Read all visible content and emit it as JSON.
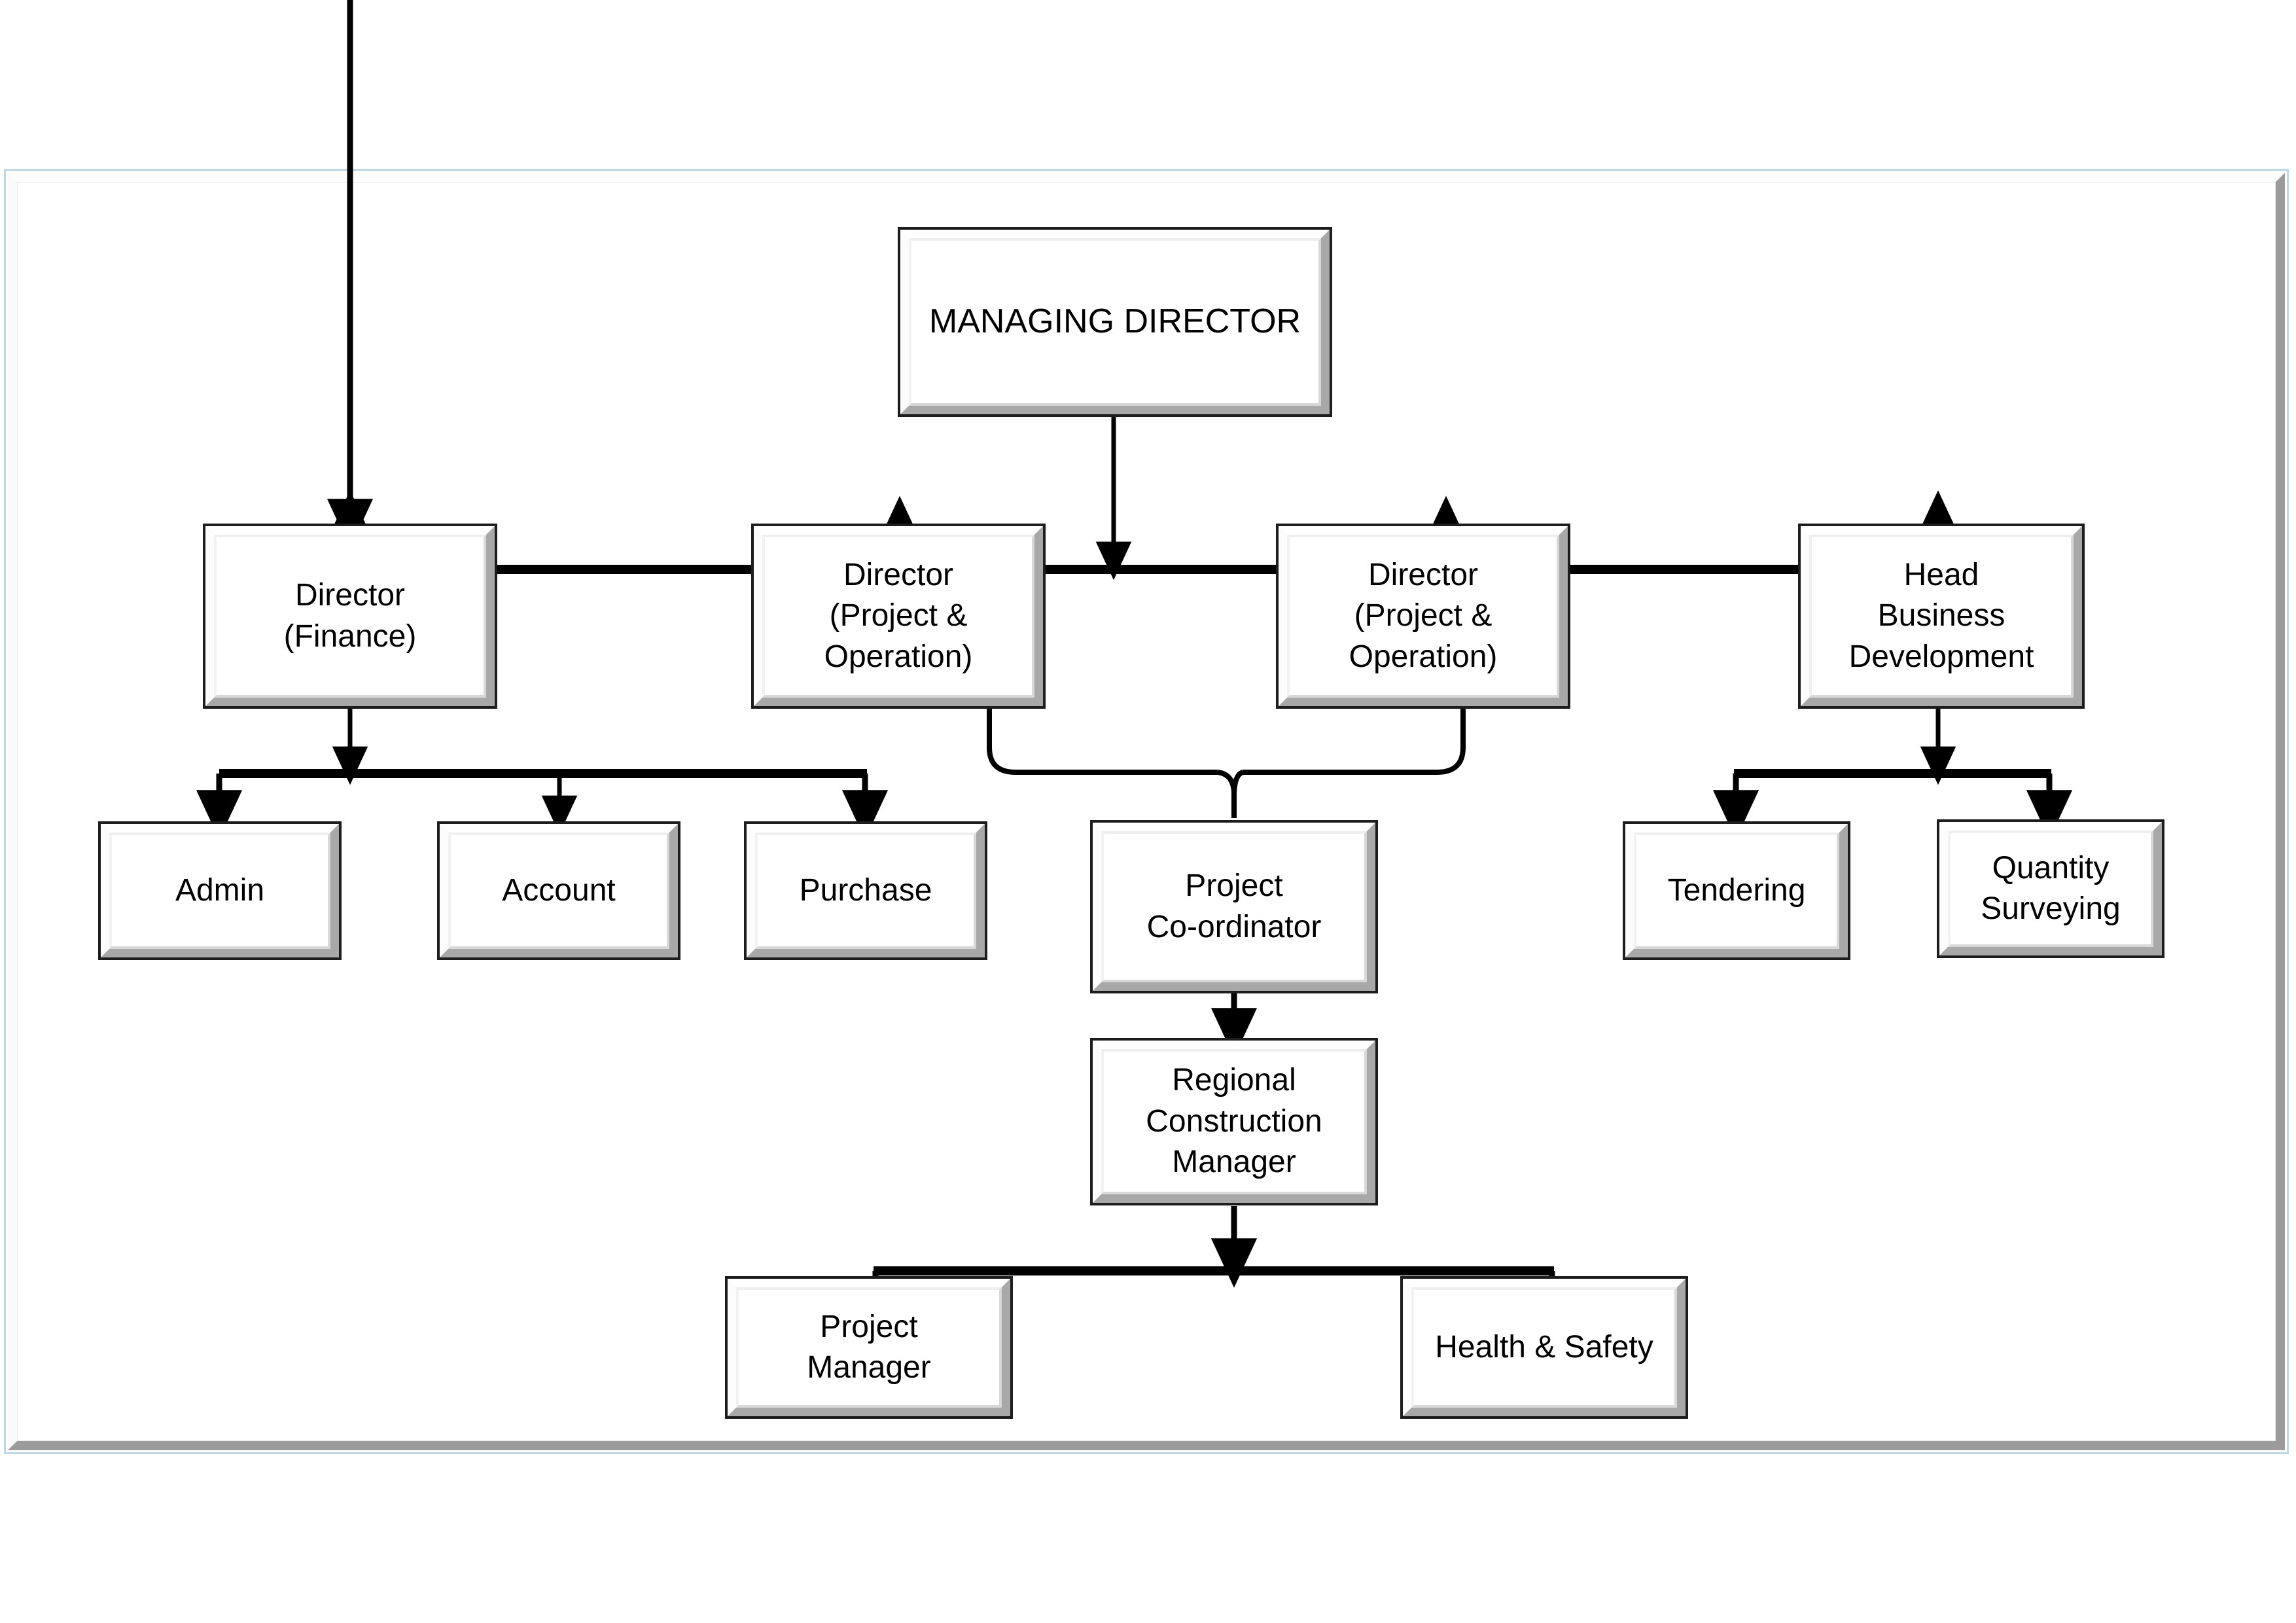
{
  "document": {
    "type": "organizational-chart",
    "title": "Company Organizational Structure",
    "frame_color": "#bcd8ea",
    "box_border_color": "#1d1d1d",
    "connector_color": "#000000",
    "background_color": "#ffffff"
  },
  "chart_data": {
    "type": "diagram",
    "layout": "top-down-hierarchy",
    "nodes": [
      {
        "id": "md",
        "label": "MANAGING DIRECTOR",
        "level": 0
      },
      {
        "id": "dfin",
        "label": "Director\n(Finance)",
        "level": 1
      },
      {
        "id": "dpo1",
        "label": "Director\n(Project &\nOperation)",
        "level": 1
      },
      {
        "id": "dpo2",
        "label": "Director\n(Project &\nOperation)",
        "level": 1
      },
      {
        "id": "hbd",
        "label": "Head\nBusiness\nDevelopment",
        "level": 1
      },
      {
        "id": "admin",
        "label": "Admin",
        "level": 2
      },
      {
        "id": "account",
        "label": "Account",
        "level": 2
      },
      {
        "id": "purchase",
        "label": "Purchase",
        "level": 2
      },
      {
        "id": "pco",
        "label": "Project\nCo-ordinator",
        "level": 2
      },
      {
        "id": "tend",
        "label": "Tendering",
        "level": 2
      },
      {
        "id": "qs",
        "label": "Quantity\nSurveying",
        "level": 2
      },
      {
        "id": "rcm",
        "label": "Regional\nConstruction\nManager",
        "level": 3
      },
      {
        "id": "pm",
        "label": "Project\nManager",
        "level": 4
      },
      {
        "id": "hs",
        "label": "Health & Safety",
        "level": 4
      }
    ],
    "edges": [
      {
        "from": "md",
        "to": "dfin",
        "style": "arrow"
      },
      {
        "from": "md",
        "to": "dpo1",
        "style": "arrow"
      },
      {
        "from": "md",
        "to": "dpo2",
        "style": "arrow"
      },
      {
        "from": "md",
        "to": "hbd",
        "style": "arrow"
      },
      {
        "from": "dfin",
        "to": "admin",
        "style": "arrow"
      },
      {
        "from": "dfin",
        "to": "account",
        "style": "arrow"
      },
      {
        "from": "dfin",
        "to": "purchase",
        "style": "arrow"
      },
      {
        "from": "dpo1",
        "to": "pco",
        "style": "curved-merge"
      },
      {
        "from": "dpo2",
        "to": "pco",
        "style": "curved-merge"
      },
      {
        "from": "hbd",
        "to": "tend",
        "style": "arrow"
      },
      {
        "from": "hbd",
        "to": "qs",
        "style": "arrow"
      },
      {
        "from": "pco",
        "to": "rcm",
        "style": "arrow"
      },
      {
        "from": "rcm",
        "to": "pm",
        "style": "arrow"
      },
      {
        "from": "rcm",
        "to": "hs",
        "style": "arrow"
      }
    ]
  },
  "boxes": {
    "managing_director": "MANAGING DIRECTOR",
    "director_finance": "Director\n(Finance)",
    "director_project_operation_1": "Director\n(Project &\nOperation)",
    "director_project_operation_2": "Director\n(Project &\nOperation)",
    "head_business_development": "Head\nBusiness\nDevelopment",
    "admin": "Admin",
    "account": "Account",
    "purchase": "Purchase",
    "project_coordinator": "Project\nCo-ordinator",
    "tendering": "Tendering",
    "quantity_surveying": "Quantity\nSurveying",
    "regional_construction_manager": "Regional\nConstruction\nManager",
    "project_manager": "Project\nManager",
    "health_and_safety": "Health & Safety"
  }
}
